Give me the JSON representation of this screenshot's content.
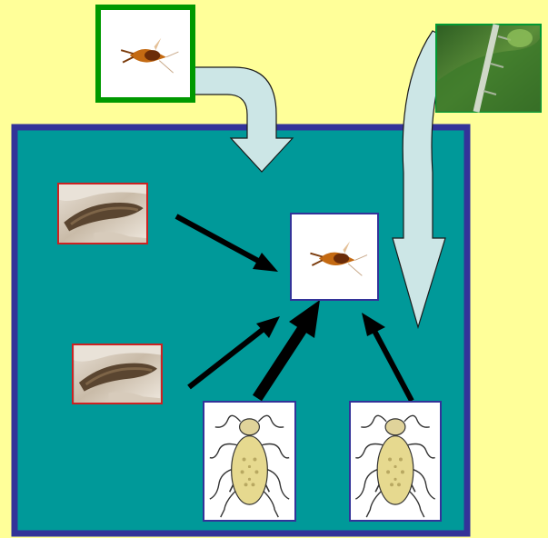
{
  "colors": {
    "background": "#ffff99",
    "habitat_fill": "#009999",
    "habitat_border": "#333399",
    "parasitoid_frame": "#009900",
    "larva_frame": "#cc2222",
    "aphid_frame": "#333399",
    "plant_frame": "#009933",
    "flow_arrow_fill": "#cce6e6",
    "interaction_arrow": "#000000"
  },
  "diagram": {
    "nodes": [
      {
        "id": "immigrant-parasitoid",
        "icon": "parasitoid-wasp-icon",
        "frame": "green"
      },
      {
        "id": "host-plant",
        "icon": "plant-leaf-icon",
        "frame": "green"
      },
      {
        "id": "resident-parasitoid",
        "icon": "parasitoid-wasp-icon",
        "frame": "blue"
      },
      {
        "id": "host-larva-1",
        "icon": "larva-icon",
        "frame": "red"
      },
      {
        "id": "host-larva-2",
        "icon": "larva-icon",
        "frame": "red"
      },
      {
        "id": "aphid-1",
        "icon": "aphid-icon",
        "frame": "blue"
      },
      {
        "id": "aphid-2",
        "icon": "aphid-icon",
        "frame": "blue"
      }
    ],
    "edges": [
      {
        "from": "immigrant-parasitoid",
        "to": "resident-parasitoid",
        "style": "curved-flow"
      },
      {
        "from": "host-plant",
        "to": "resident-parasitoid",
        "style": "curved-flow"
      },
      {
        "from": "host-larva-1",
        "to": "resident-parasitoid",
        "style": "thin-black"
      },
      {
        "from": "host-larva-2",
        "to": "resident-parasitoid",
        "style": "thin-black"
      },
      {
        "from": "aphid-1",
        "to": "resident-parasitoid",
        "style": "thick-black"
      },
      {
        "from": "aphid-2",
        "to": "resident-parasitoid",
        "style": "thin-black"
      }
    ]
  }
}
